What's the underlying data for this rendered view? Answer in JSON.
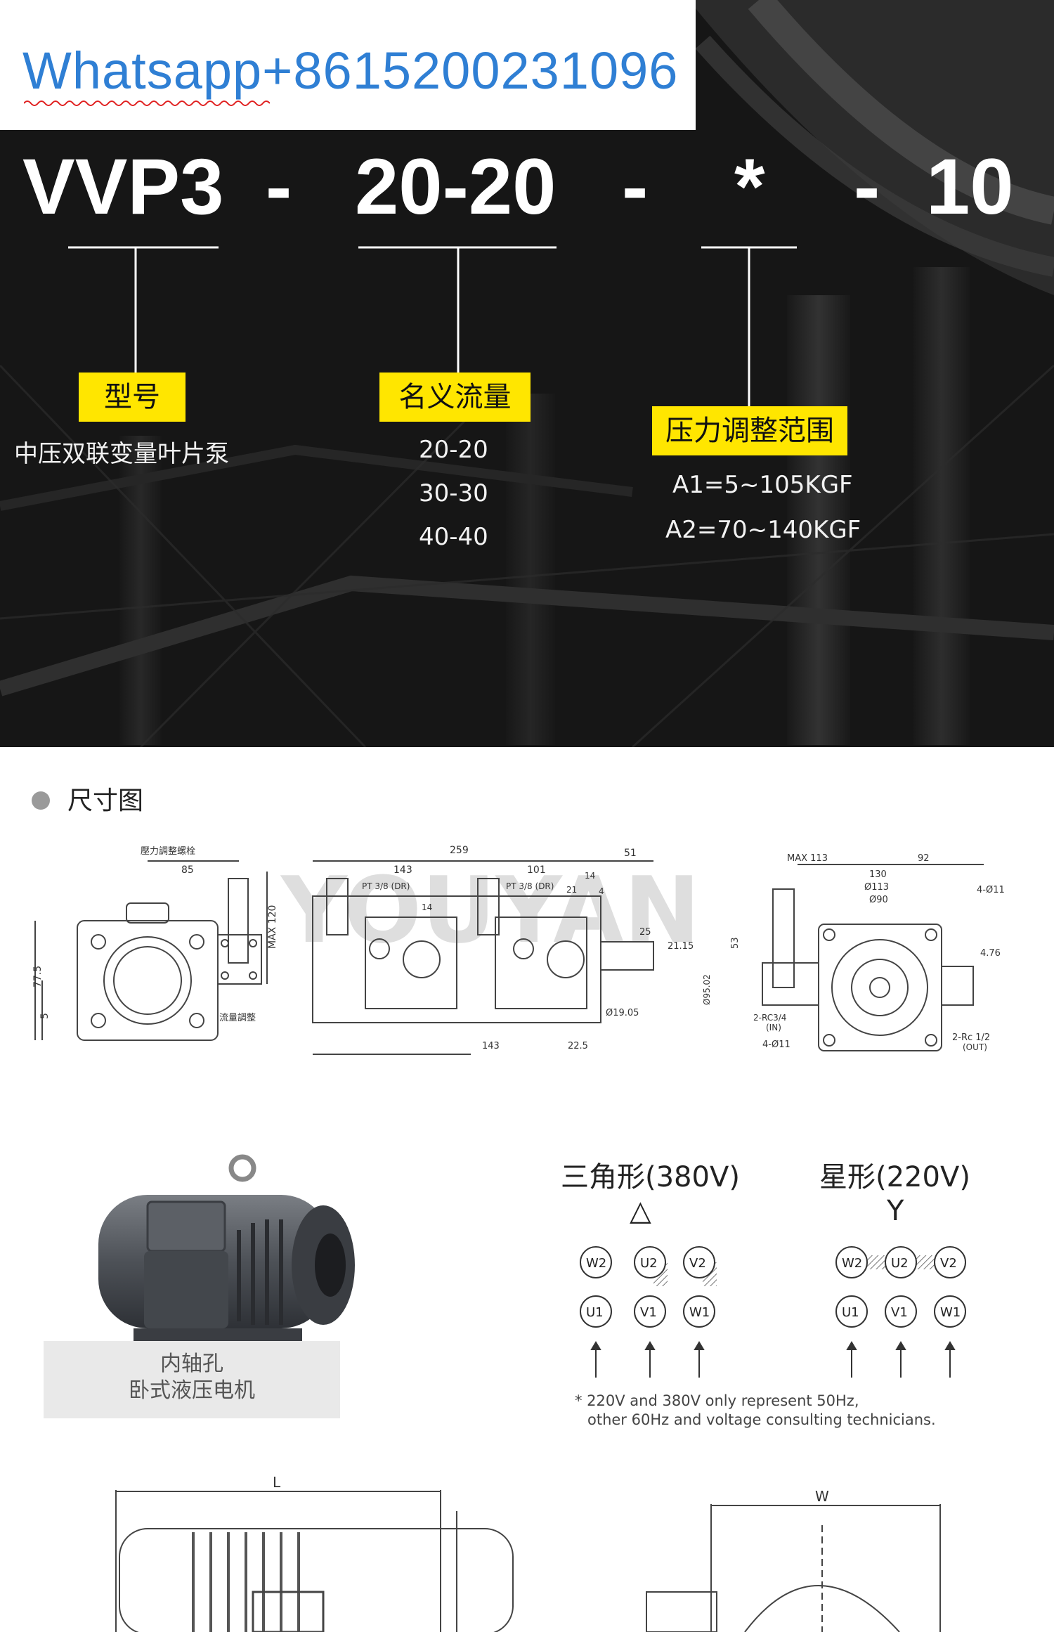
{
  "header": {
    "whatsapp": "Whatsapp+8615200231096"
  },
  "model_code": {
    "parts": [
      "VVP3",
      "-",
      "20-20",
      "-",
      "*",
      "-",
      "10"
    ],
    "groups": [
      {
        "label": "型号",
        "values": [
          "中压双联变量叶片泵"
        ]
      },
      {
        "label": "名义流量",
        "values": [
          "20-20",
          "30-30",
          "40-40"
        ]
      },
      {
        "label": "压力调整范围",
        "values": [
          "A1=5~105KGF",
          "A2=70~140KGF"
        ]
      }
    ]
  },
  "dimensions": {
    "title": "尺寸图",
    "drawing1": {
      "top_label": "壓力調整螺栓",
      "flow_label": "流量調整",
      "dims": [
        "85",
        "77.5",
        "5",
        "MAX 120"
      ]
    },
    "drawing2": {
      "dims": [
        "259",
        "143",
        "101",
        "51",
        "PT 3/8 (DR)",
        "PT 3/8 (DR)",
        "14",
        "21",
        "4",
        "14",
        "25",
        "21.15",
        "53",
        "Ø19.05",
        "Ø95.02",
        "143",
        "22.5"
      ]
    },
    "drawing3": {
      "dims": [
        "MAX 113",
        "92",
        "130",
        "Ø113",
        "Ø90",
        "4-Ø11",
        "4.76",
        "2-RC3/4",
        "(IN)",
        "4-Ø11",
        "2-Rc 1/2",
        "(OUT)"
      ]
    },
    "watermark": "YOUYAN"
  },
  "motor": {
    "caption": [
      "内轴孔",
      "卧式液压电机"
    ],
    "delta": {
      "title": "三角形(380V)",
      "symbol": "△",
      "top": [
        "W2",
        "U2",
        "V2"
      ],
      "bottom": [
        "U1",
        "V1",
        "W1"
      ]
    },
    "star": {
      "title": "星形(220V)",
      "symbol": "Y",
      "top": [
        "W2",
        "U2",
        "V2"
      ],
      "bottom": [
        "U1",
        "V1",
        "W1"
      ]
    },
    "note": [
      "* 220V and 380V only represent 50Hz,",
      "other 60Hz and voltage consulting technicians."
    ],
    "bottom_dims": [
      "L",
      "W"
    ]
  },
  "colors": {
    "label_bg": "#ffe600",
    "whatsapp": "#2f7fd4",
    "hero_bg": "#151515"
  }
}
